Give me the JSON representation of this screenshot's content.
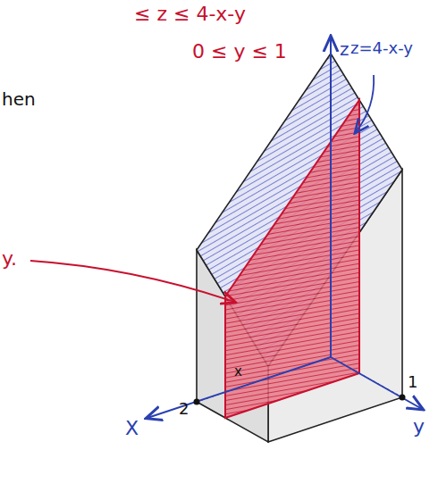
{
  "diagram": {
    "labels": [
      "≤ z ≤ 4-x-y",
      "0 ≤ y ≤ 1",
      "z=4-x-y",
      "z",
      "hen",
      "y.",
      "x",
      "2",
      "1",
      "X",
      "y"
    ]
  }
}
